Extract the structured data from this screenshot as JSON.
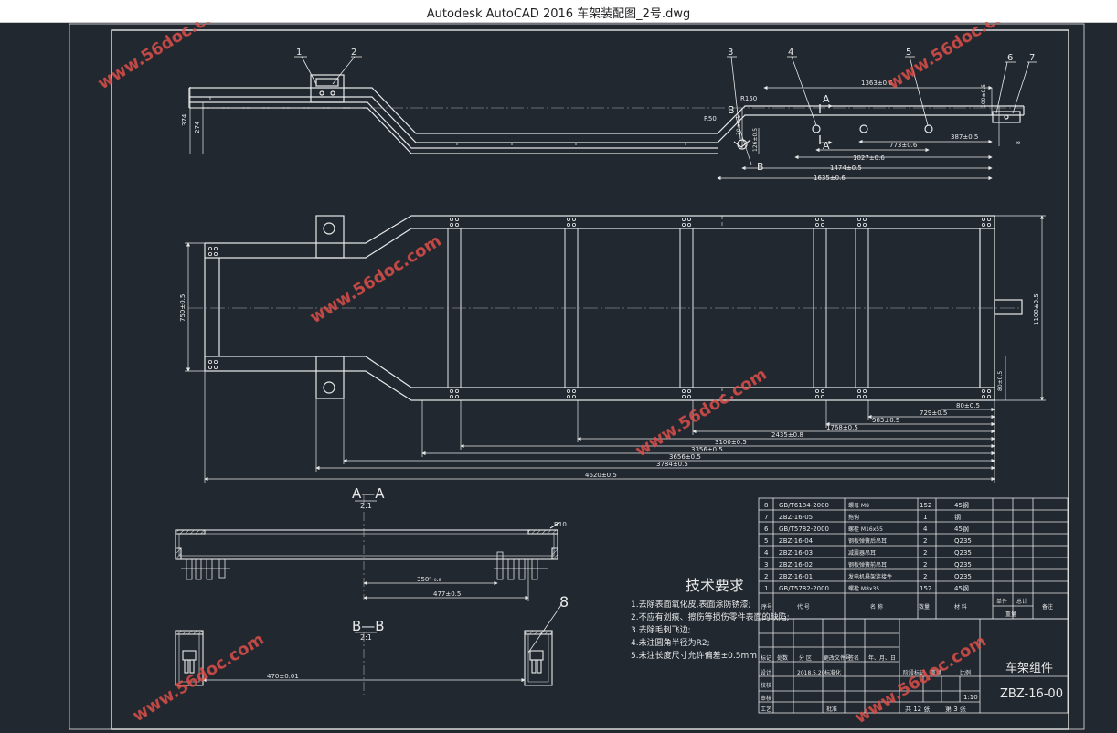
{
  "window": {
    "title": "Autodesk AutoCAD 2016    车架装配图_2号.dwg"
  },
  "drawing": {
    "balloons": [
      "1",
      "2",
      "3",
      "4",
      "5",
      "6",
      "7"
    ],
    "balloon_8": "8",
    "section_marks": {
      "a": "A",
      "b": "B"
    },
    "radii": {
      "r150": "R150",
      "r50": "R50",
      "r10": "R10"
    },
    "dims_top": {
      "d1363": "1363±0.6",
      "d100a": "100±0.5",
      "d387": "387±0.5",
      "d773": "773±0.6",
      "d1027": "1027±0.6",
      "d1474": "1474±0.5",
      "d1635": "1635±0.6",
      "d374": "374",
      "d274": "274",
      "d30": "30±0.5",
      "d126": "126±0.5",
      "d8": "8"
    },
    "dims_plan": {
      "d750": "750±0.5",
      "d1100": "1100±0.5",
      "d80a": "80±0.5",
      "d80b": "80±0.5",
      "d729": "729±0.5",
      "d983": "983±0.5",
      "d1768": "1768±0.5",
      "d2435": "2435±0.8",
      "d3100": "3100±0.5",
      "d3356": "3356±0.5",
      "d3656": "3656±0.5",
      "d3784": "3784±0.5",
      "d4620": "4620±0.5"
    },
    "section_aa": {
      "title": "A—A",
      "scale": "2:1",
      "d350": "350⁰-₀.₈",
      "d477": "477±0.5"
    },
    "section_bb": {
      "title": "B—B",
      "scale": "2:1",
      "d470": "470±0.01"
    },
    "tech_req": {
      "title": "技术要求",
      "items": [
        "1.去除表面氧化皮,表面涂防锈漆;",
        "2.不应有划痕、擦伤等损伤零件表面的缺陷;",
        "3.去除毛刺飞边;",
        "4.未注圆角半径为R2;",
        "5.未注长度尺寸允许偏差±0.5mm"
      ]
    },
    "bom": {
      "rows": [
        {
          "no": "8",
          "code": "GB/T6184-2000",
          "name": "螺母 M8",
          "qty": "152",
          "mat": "45钢"
        },
        {
          "no": "7",
          "code": "ZBZ-16-05",
          "name": "拖钩",
          "qty": "1",
          "mat": "钢"
        },
        {
          "no": "6",
          "code": "GB/T5782-2000",
          "name": "螺栓 M16x55",
          "qty": "4",
          "mat": "45钢"
        },
        {
          "no": "5",
          "code": "ZBZ-16-04",
          "name": "钢板弹簧后吊耳",
          "qty": "2",
          "mat": "Q235"
        },
        {
          "no": "4",
          "code": "ZBZ-16-03",
          "name": "减震器吊耳",
          "qty": "2",
          "mat": "Q235"
        },
        {
          "no": "3",
          "code": "ZBZ-16-02",
          "name": "钢板弹簧前吊耳",
          "qty": "2",
          "mat": "Q235"
        },
        {
          "no": "2",
          "code": "ZBZ-16-01",
          "name": "发电机悬架连接件",
          "qty": "2",
          "mat": "Q235"
        },
        {
          "no": "1",
          "code": "GB/T5782-2000",
          "name": "螺栓 M8x35",
          "qty": "152",
          "mat": "45钢"
        }
      ],
      "header": {
        "no": "序号",
        "code": "代  号",
        "name": "名  称",
        "qty": "数量",
        "mat": "材  料",
        "unit": "单件",
        "total": "总计",
        "weight": "重量",
        "note": "备注"
      }
    },
    "title_block": {
      "part_name": "车架组件",
      "drawing_no": "ZBZ-16-00",
      "scale": "1:10",
      "sheets": "共 12 张",
      "sheet": "第 3 张",
      "labels": {
        "mark": "标记",
        "count": "处数",
        "zone": "分 区",
        "change_no": "更改文件号",
        "sign": "签名",
        "date": "年、月、日",
        "design": "设计",
        "design_date": "2018.5.20",
        "standardize": "标准化",
        "stage": "阶段标记",
        "weight": "重量",
        "ratio": "比例",
        "check": "校核",
        "review": "审核",
        "craft": "工艺",
        "approve": "批准"
      }
    },
    "watermark": "www.56doc.com"
  }
}
